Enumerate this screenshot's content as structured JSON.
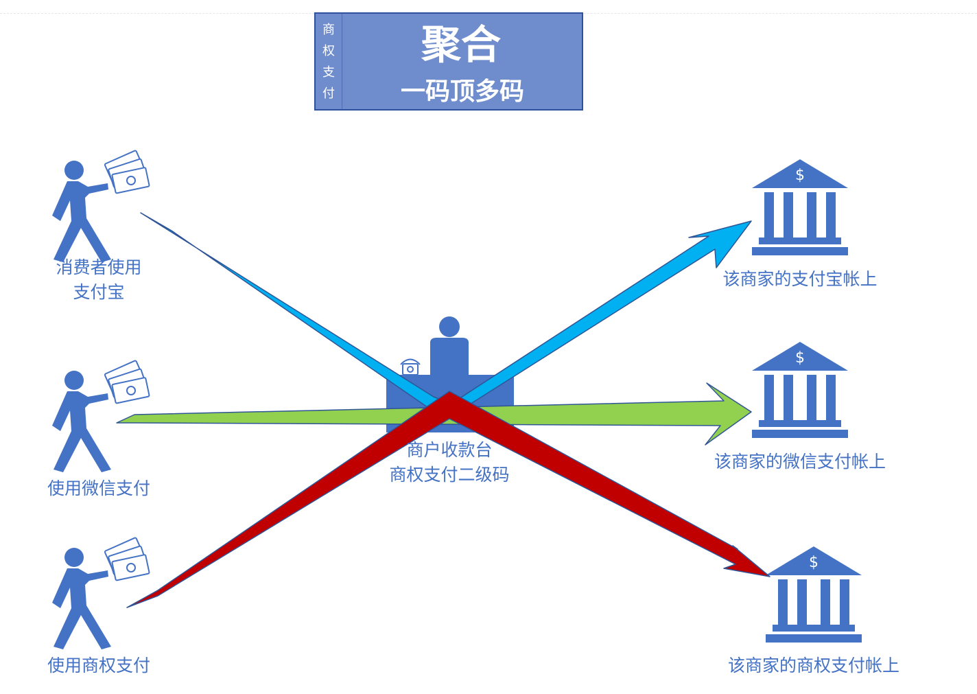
{
  "title": {
    "side_chars": [
      "商",
      "权",
      "支",
      "付"
    ],
    "main": "聚合",
    "sub": "一码顶多码"
  },
  "payers": [
    {
      "lines": [
        "消费者使用",
        "支付宝"
      ],
      "flow_color": "#00b0f0"
    },
    {
      "lines": [
        "使用微信支付"
      ],
      "flow_color": "#92d050"
    },
    {
      "lines": [
        "使用商权支付"
      ],
      "flow_color": "#c00000"
    }
  ],
  "merchant": {
    "lines": [
      "商户收款台",
      "商权支付二级码"
    ]
  },
  "banks": [
    {
      "label": "该商家的支付宝帐上",
      "symbol": "$"
    },
    {
      "label": "该商家的微信支付帐上",
      "symbol": "$"
    },
    {
      "label": "该商家的商权支付帐上",
      "symbol": "$"
    }
  ],
  "colors": {
    "icon_blue": "#4472c4",
    "title_fill": "#6f8ccd",
    "outline": "#2f5597"
  },
  "icons": [
    "person-paying-icon",
    "cashier-desk-icon",
    "telephone-icon",
    "bank-icon"
  ]
}
